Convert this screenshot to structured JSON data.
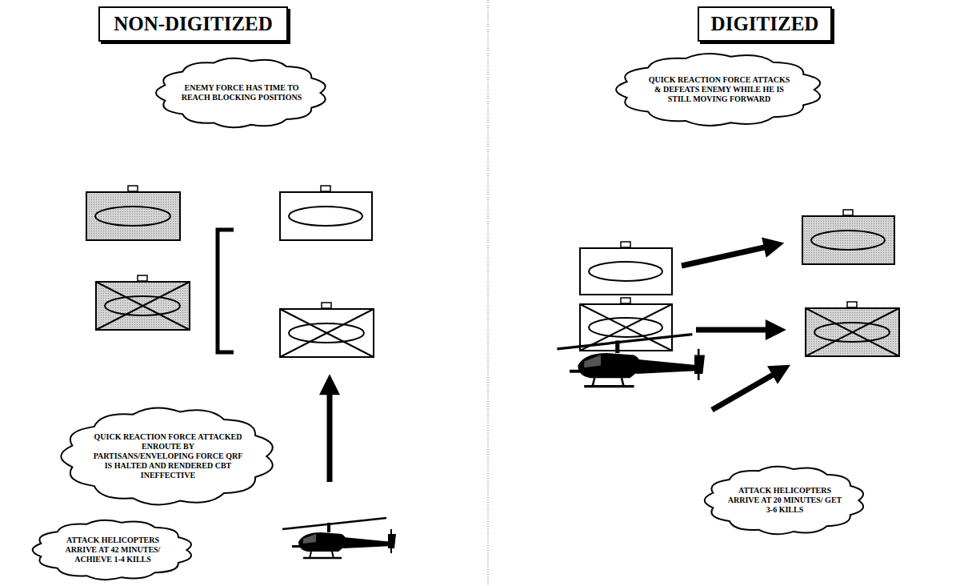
{
  "diagram": {
    "nodes": [
      {
        "text": [
          "NON-DIGITIZED"
        ]
      },
      {
        "text": [
          "DIGITIZED"
        ]
      },
      {
        "text": [
          "ENEMY FORCE HAS TIME TO REACH BLOCKING POSITIONS"
        ]
      },
      {
        "text": [
          "QUICK REACTION FORCE ATTACKS & DEFEATS ENEMY WHILE HE IS STILL MOVING FORWARD"
        ]
      },
      {
        "text": [
          "QUICK REACTION FORCE ATTACKED ENROUTE BY PARTISANS/ENVELOPING FORCE QRF IS HALTED AND RENDERED CBT INEFFECTIVE"
        ]
      },
      {
        "text": [
          "ATTACK HELICOPTERS ARRIVE AT 42 MINUTES/ ACHIEVE 1-4 KILLS"
        ]
      },
      {
        "text": [
          "ATTACK HELICOPTERS ARRIVE AT 20 MINUTES/ GET 3-6 KILLS"
        ]
      }
    ]
  }
}
